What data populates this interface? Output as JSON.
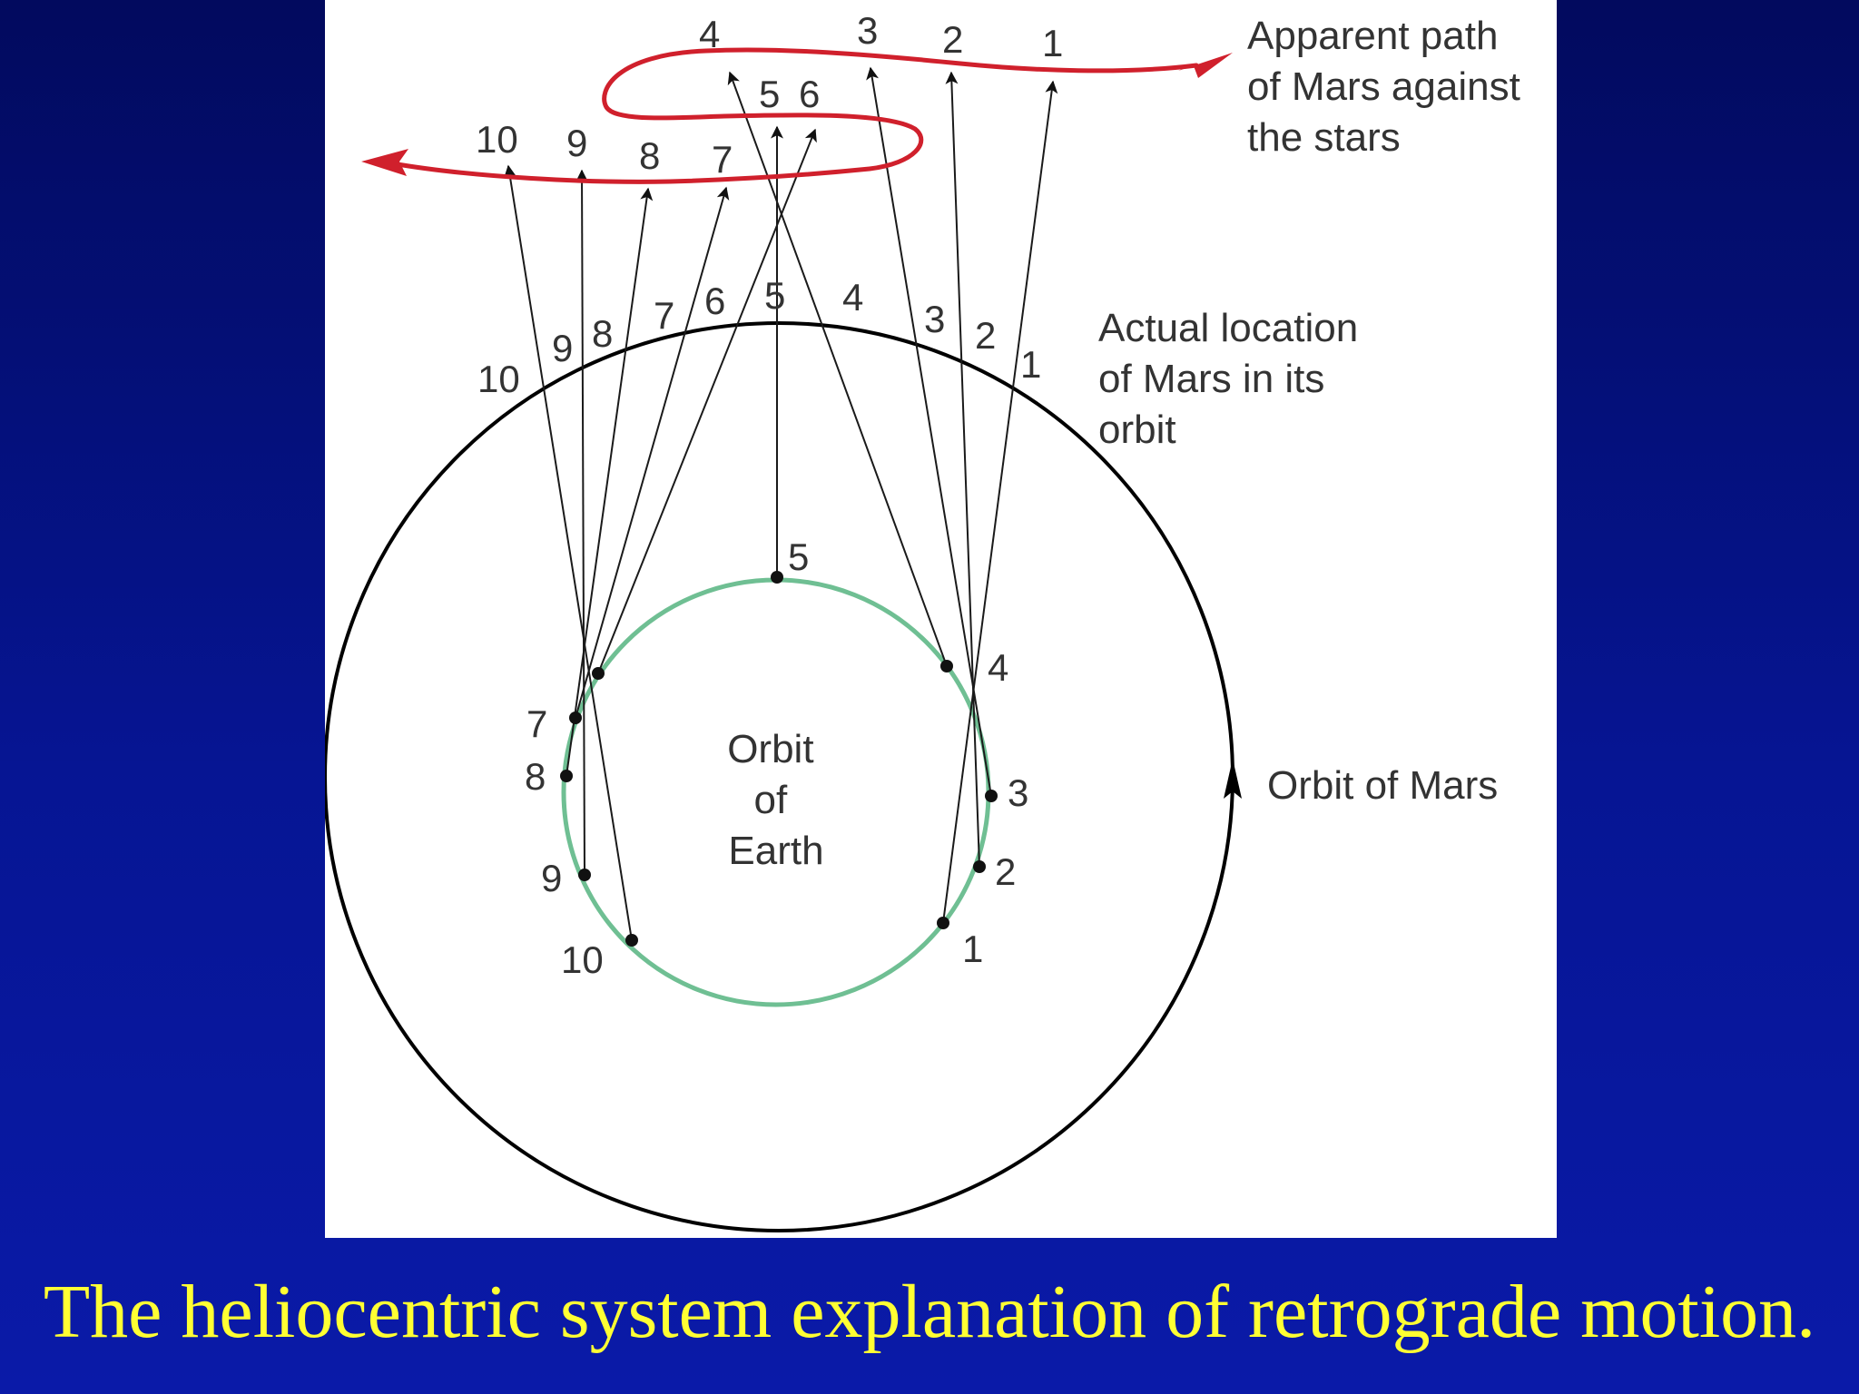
{
  "caption": "The heliocentric system explanation of retrograde motion.",
  "labels": {
    "apparent_path": [
      "Apparent path",
      "of Mars against",
      "the stars"
    ],
    "actual_location": [
      "Actual location",
      "of Mars in its",
      "orbit"
    ],
    "orbit_of_mars": "Orbit of Mars",
    "orbit_of_earth": [
      "Orbit",
      "of",
      "Earth"
    ]
  },
  "positions": [
    "1",
    "2",
    "3",
    "4",
    "5",
    "6",
    "7",
    "8",
    "9",
    "10"
  ],
  "colors": {
    "background": "#061593",
    "caption": "#ffff33",
    "apparent_path": "#d0202c",
    "earth_orbit": "#6fbf93",
    "mars_orbit": "#000000"
  }
}
